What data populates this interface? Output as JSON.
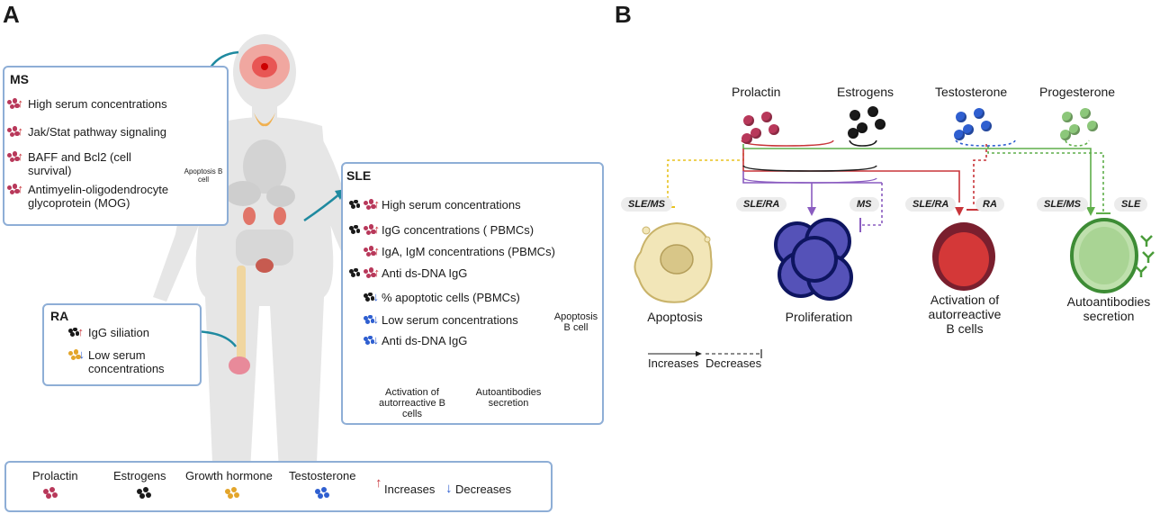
{
  "panelA": {
    "letter": "A",
    "ms": {
      "title": "MS",
      "items": [
        "High serum concentrations",
        "Jak/Stat pathway signaling",
        "BAFF and Bcl2 (cell",
        "survival)",
        "Antimyelin-oligodendrocyte",
        "glycoprotein (MOG)"
      ],
      "apoptosis_label": "Apoptosis B cell"
    },
    "sle": {
      "title": "SLE",
      "items": [
        "High serum concentrations",
        "IgG concentrations ( PBMCs)",
        "IgA, IgM  concentrations (PBMCs)",
        "Anti ds-DNA IgG",
        "% apoptotic cells (PBMCs)",
        "Low serum concentrations",
        "Anti ds-DNA IgG"
      ],
      "apoptosis_label": "Apoptosis B cell",
      "activation_label": "Activation of autorreactive B cells",
      "secretion_label": "Autoantibodies secretion"
    },
    "ra": {
      "title": "RA",
      "items": [
        "IgG siliation",
        "Low serum",
        "concentrations"
      ]
    },
    "legend": {
      "prolactin": "Prolactin",
      "estrogens": "Estrogens",
      "growth": "Growth hormone",
      "testosterone": "Testosterone",
      "increases": "Increases",
      "decreases": "Decreases"
    }
  },
  "panelB": {
    "letter": "B",
    "hormones": [
      "Prolactin",
      "Estrogens",
      "Testosterone",
      "Progesterone"
    ],
    "categories": [
      "SLE/MS",
      "SLE/RA",
      "MS",
      "SLE/RA",
      "RA",
      "SLE/MS",
      "SLE"
    ],
    "outcomes": {
      "apoptosis": "Apoptosis",
      "proliferation": "Proliferation",
      "activation": "Activation of autorreactive B cells",
      "secretion": "Autoantibodies secretion"
    },
    "key": {
      "increases": "Increases",
      "decreases": "Decreases"
    }
  },
  "colors": {
    "prolactin": "#b8385a",
    "estrogens": "#1a1a1a",
    "growth": "#e3a52a",
    "testosterone": "#2f5fd0",
    "progesterone": "#8cc77a",
    "box_border": "#8eaed6",
    "arrow_teal": "#1f8aa0",
    "yellow": "#e8c21e",
    "red": "#c8353a",
    "green": "#5fae4a",
    "purple": "#8a5cc0"
  }
}
